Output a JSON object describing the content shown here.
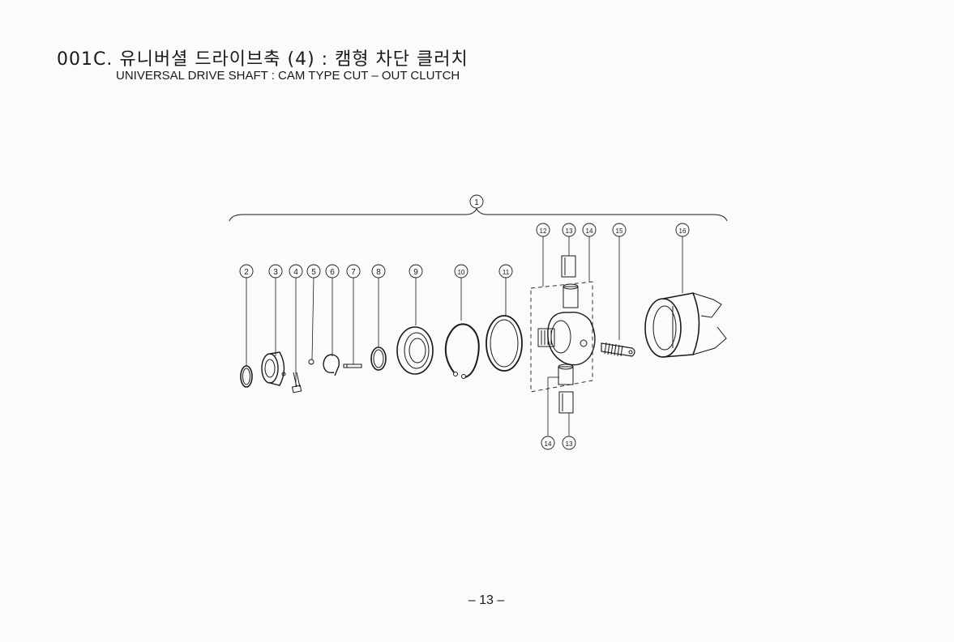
{
  "header": {
    "code": "001C.",
    "title_korean": "유니버셜 드라이브축 (4) : 캠형 차단 클러치",
    "title_english": "UNIVERSAL DRIVE SHAFT : CAM TYPE CUT – OUT CLUTCH"
  },
  "callouts": [
    "1",
    "2",
    "3",
    "4",
    "5",
    "6",
    "7",
    "8",
    "9",
    "10",
    "11",
    "12",
    "13",
    "14",
    "15",
    "16",
    "14",
    "13"
  ],
  "footer": {
    "page_number": "– 13 –"
  }
}
